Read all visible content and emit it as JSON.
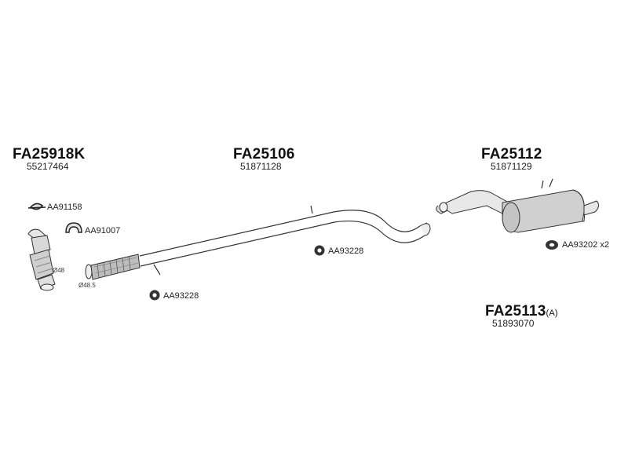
{
  "parts": {
    "catalyst": {
      "code": "FA25918K",
      "oem": "55217464"
    },
    "middle_pipe": {
      "code": "FA25106",
      "oem": "51871128"
    },
    "rear_silencer": {
      "code": "FA25112",
      "oem": "51871129"
    },
    "alt_rear": {
      "code": "FA25113",
      "suffix": "(A)",
      "oem": "51893070"
    }
  },
  "accessories": {
    "clamp_small": "AA91158",
    "clamp_u": "AA91007",
    "hanger_mid": "AA93228",
    "hanger_front": "AA93228",
    "hanger_rear": "AA93202 x2"
  },
  "dimensions": {
    "d48": "Ø48",
    "d485": "Ø48.5"
  }
}
